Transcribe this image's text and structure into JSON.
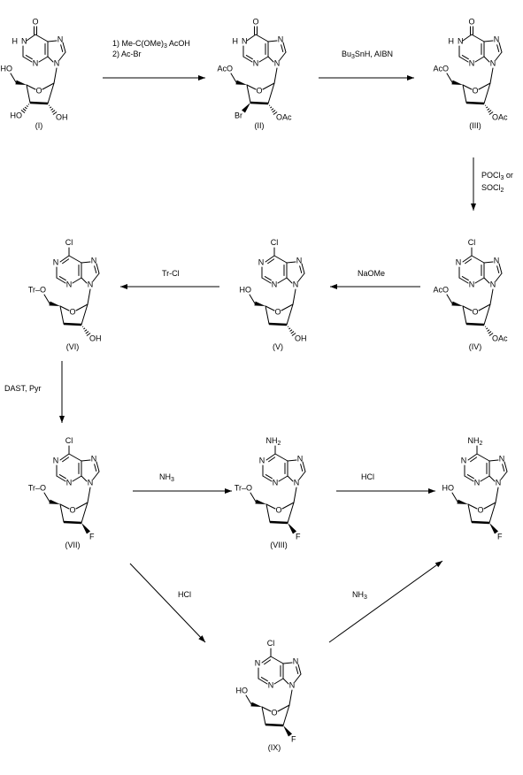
{
  "compounds": {
    "I": {
      "label": "(I)",
      "group6": "O",
      "nh": "H",
      "n1": "N",
      "cAtom5": "HO",
      "c3": "HO",
      "c2": "OH"
    },
    "II": {
      "label": "(II)",
      "group6": "O",
      "nh": "H",
      "n1": "N",
      "cAtom5": "AcO",
      "c3": "Br",
      "c2": "OAc"
    },
    "III": {
      "label": "(III)",
      "group6": "O",
      "nh": "H",
      "n1": "N",
      "cAtom5": "AcO",
      "c2": "OAc"
    },
    "IV": {
      "label": "(IV)",
      "group6": "Cl",
      "cAtom5": "AcO",
      "c2": "OAc"
    },
    "V": {
      "label": "(V)",
      "group6": "Cl",
      "cAtom5": "HO",
      "c2": "OH"
    },
    "VI": {
      "label": "(VI)",
      "group6": "Cl",
      "cAtom5": "Tr–O",
      "c2": "OH"
    },
    "VII": {
      "label": "(VII)",
      "group6": "Cl",
      "cAtom5": "Tr–O",
      "c2": "F"
    },
    "VIII": {
      "label": "(VIII)",
      "group6": "NH",
      "group6sub": "2",
      "cAtom5": "Tr–O",
      "c2": "F"
    },
    "X": {
      "label": "",
      "group6": "NH",
      "group6sub": "2",
      "cAtom5": "HO",
      "c2": "F"
    },
    "IX": {
      "label": "(IX)",
      "group6": "Cl",
      "cAtom5": "HO",
      "c2": "F"
    }
  },
  "ring_atoms": {
    "n": "N",
    "o": "O"
  },
  "reagents": {
    "r1_line1": "1) Me-C(OMe)",
    "r1_sub": "3",
    "r1_tail": " AcOH",
    "r1_line2": "2) Ac-Br",
    "r2_pre": "Bu",
    "r2_sub": "3",
    "r2_tail": "SnH,  AIBN",
    "r3_line1": "POCl",
    "r3_sub1": "3",
    "r3_or": "  or",
    "r3_line2": "SOCl",
    "r3_sub2": "2",
    "r4": "NaOMe",
    "r5": "Tr-Cl",
    "r6": "DAST,  Pyr",
    "r7_pre": "NH",
    "r7_sub": "3",
    "r8": "HCl",
    "r9": "HCl",
    "r10_pre": "NH",
    "r10_sub": "3"
  }
}
